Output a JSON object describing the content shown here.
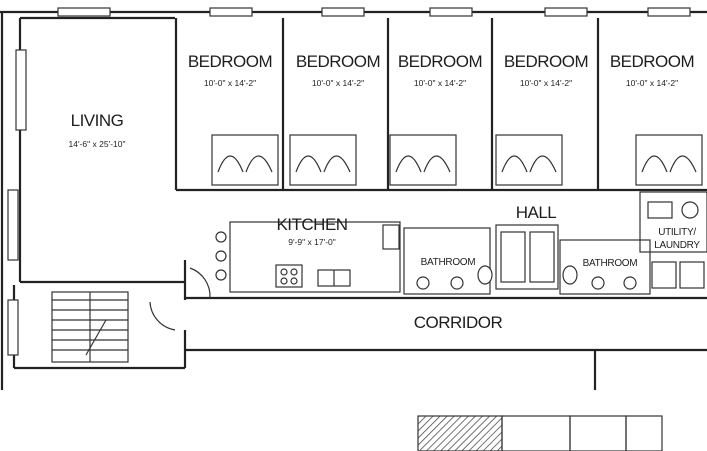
{
  "rooms": {
    "living": {
      "name": "LIVING",
      "dim": "14'-6\" x 25'-10\""
    },
    "bedrooms": [
      {
        "name": "BEDROOM",
        "dim": "10'-0\" x 14'-2\""
      },
      {
        "name": "BEDROOM",
        "dim": "10'-0\" x 14'-2\""
      },
      {
        "name": "BEDROOM",
        "dim": "10'-0\" x 14'-2\""
      },
      {
        "name": "BEDROOM",
        "dim": "10'-0\" x 14'-2\""
      },
      {
        "name": "BEDROOM",
        "dim": "10'-0\" x 14'-2\""
      }
    ],
    "kitchen": {
      "name": "KITCHEN",
      "dim": "9'-9\" x 17'-0\""
    },
    "hall": {
      "name": "HALL"
    },
    "bathroom_1": {
      "name": "BATHROOM"
    },
    "bathroom_2": {
      "name": "BATHROOM"
    },
    "utility": {
      "name_line1": "UTILITY/",
      "name_line2": "LAUNDRY"
    },
    "corridor": {
      "name": "CORRIDOR"
    }
  }
}
